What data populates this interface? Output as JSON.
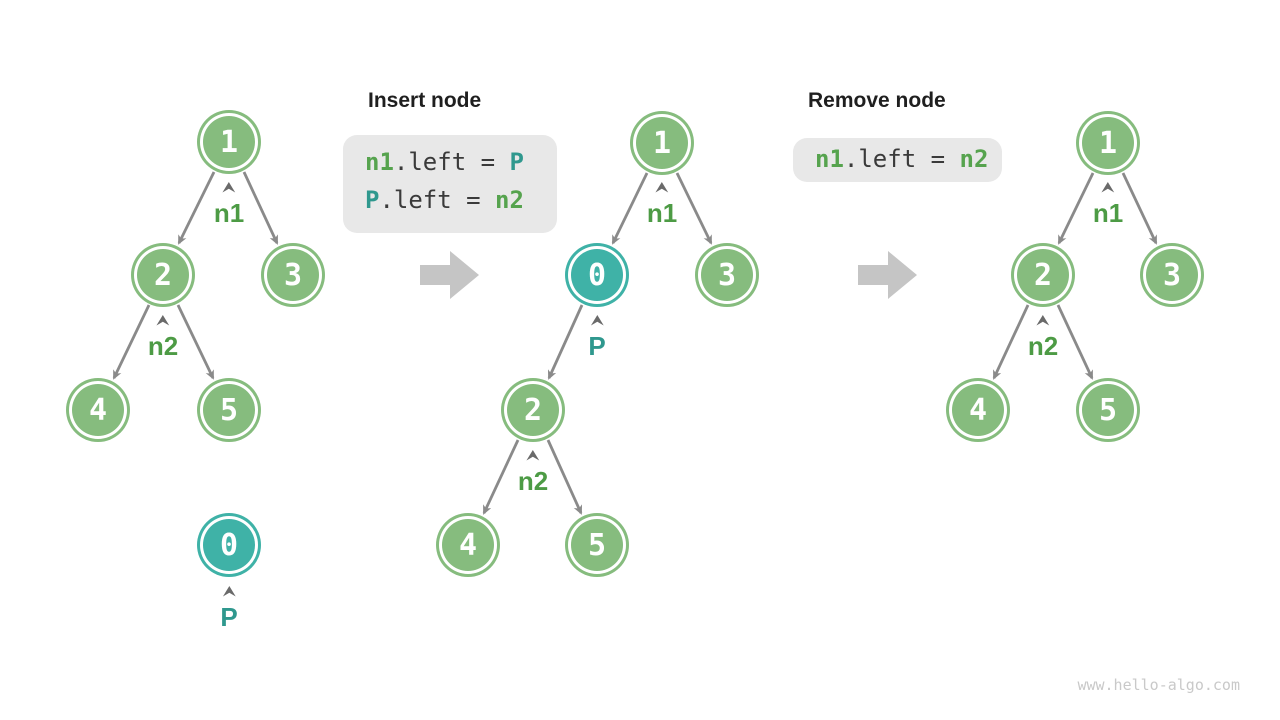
{
  "insert_section": {
    "title": "Insert node",
    "code": {
      "line1": {
        "a": "n1",
        "b": ".left = ",
        "c": "P"
      },
      "line2": {
        "a": "P",
        "b": ".left = ",
        "c": "n2"
      }
    }
  },
  "remove_section": {
    "title": "Remove node",
    "code": {
      "line1": {
        "a": "n1",
        "b": ".left = ",
        "c": "n2"
      }
    }
  },
  "trees": {
    "left": {
      "node1": "1",
      "node2": "2",
      "node3": "3",
      "node4": "4",
      "node5": "5",
      "node0": "0",
      "label_n1": "n1",
      "label_n2": "n2",
      "label_p": "P"
    },
    "middle": {
      "node1": "1",
      "node0": "0",
      "node3": "3",
      "node2": "2",
      "node4": "4",
      "node5": "5",
      "label_n1": "n1",
      "label_p": "P",
      "label_n2": "n2"
    },
    "right": {
      "node1": "1",
      "node2": "2",
      "node3": "3",
      "node4": "4",
      "node5": "5",
      "label_n1": "n1",
      "label_n2": "n2"
    }
  },
  "watermark": "www.hello-algo.com",
  "colors": {
    "node_green": "#86BC7E",
    "node_teal": "#3FB2A7",
    "edge_gray": "#8A8A8A",
    "block_arrow_gray": "#C5C5C5",
    "label_green": "#4D9B45",
    "label_teal": "#2F988E",
    "code_box_bg": "#E8E8E8",
    "code_text": "#3A3A3A",
    "title_text": "#1F1F1F",
    "watermark_gray": "#C9C9C9"
  }
}
